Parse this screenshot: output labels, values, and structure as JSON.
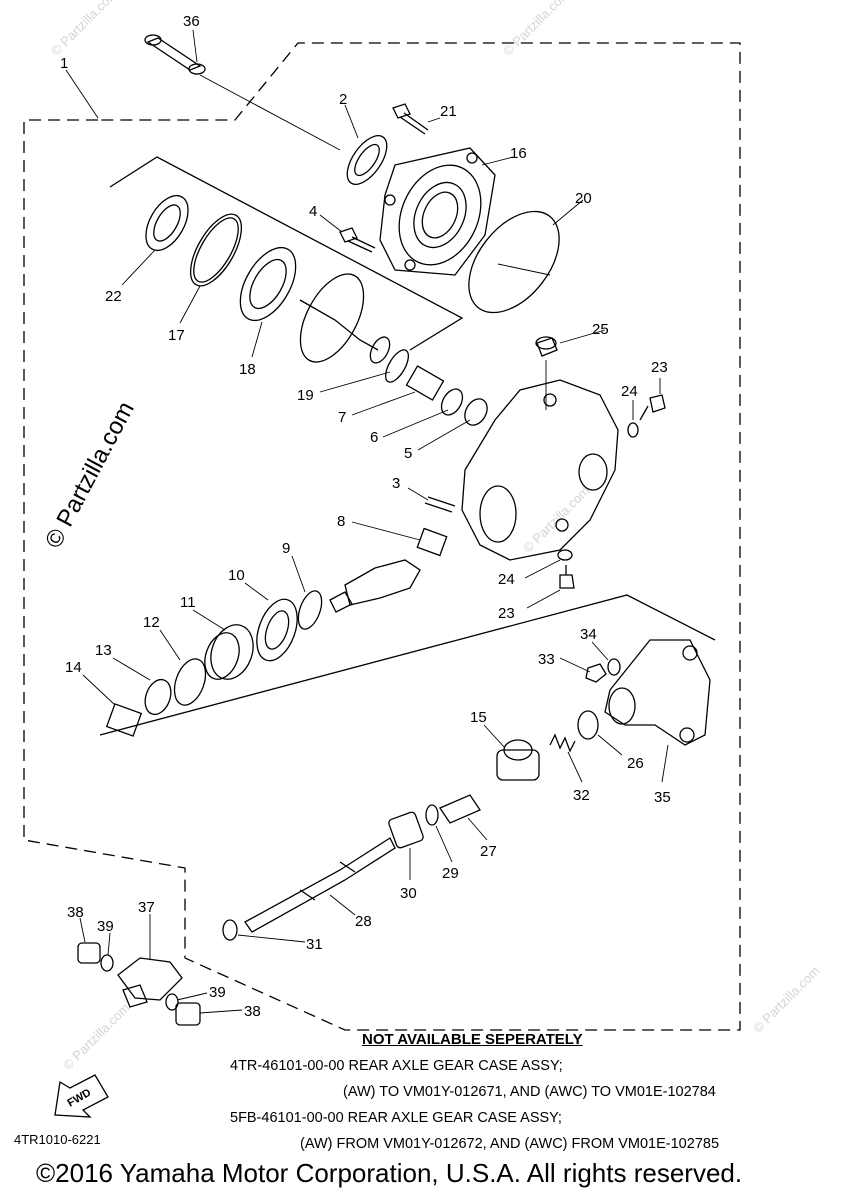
{
  "diagram": {
    "watermark_main": "© Partzilla.com",
    "watermark_small": "© Partzilla.com",
    "fwd_label": "FWD",
    "callouts": [
      {
        "id": "1",
        "label": "1"
      },
      {
        "id": "2",
        "label": "2"
      },
      {
        "id": "3",
        "label": "3"
      },
      {
        "id": "4",
        "label": "4"
      },
      {
        "id": "5",
        "label": "5"
      },
      {
        "id": "6",
        "label": "6"
      },
      {
        "id": "7",
        "label": "7"
      },
      {
        "id": "8",
        "label": "8"
      },
      {
        "id": "9",
        "label": "9"
      },
      {
        "id": "10",
        "label": "10"
      },
      {
        "id": "11",
        "label": "11"
      },
      {
        "id": "12",
        "label": "12"
      },
      {
        "id": "13",
        "label": "13"
      },
      {
        "id": "14",
        "label": "14"
      },
      {
        "id": "15",
        "label": "15"
      },
      {
        "id": "16",
        "label": "16"
      },
      {
        "id": "17",
        "label": "17"
      },
      {
        "id": "18",
        "label": "18"
      },
      {
        "id": "19",
        "label": "19"
      },
      {
        "id": "20",
        "label": "20"
      },
      {
        "id": "21",
        "label": "21"
      },
      {
        "id": "22",
        "label": "22"
      },
      {
        "id": "23a",
        "label": "23"
      },
      {
        "id": "23b",
        "label": "23"
      },
      {
        "id": "24a",
        "label": "24"
      },
      {
        "id": "24b",
        "label": "24"
      },
      {
        "id": "25",
        "label": "25"
      },
      {
        "id": "26",
        "label": "26"
      },
      {
        "id": "27",
        "label": "27"
      },
      {
        "id": "28",
        "label": "28"
      },
      {
        "id": "29",
        "label": "29"
      },
      {
        "id": "30",
        "label": "30"
      },
      {
        "id": "31",
        "label": "31"
      },
      {
        "id": "32",
        "label": "32"
      },
      {
        "id": "33",
        "label": "33"
      },
      {
        "id": "34",
        "label": "34"
      },
      {
        "id": "35",
        "label": "35"
      },
      {
        "id": "36",
        "label": "36"
      },
      {
        "id": "37",
        "label": "37"
      },
      {
        "id": "38a",
        "label": "38"
      },
      {
        "id": "38b",
        "label": "38"
      },
      {
        "id": "39a",
        "label": "39"
      },
      {
        "id": "39b",
        "label": "39"
      }
    ]
  },
  "notes": {
    "heading": "NOT AVAILABLE SEPERATELY",
    "line1": "4TR-46101-00-00 REAR AXLE GEAR CASE ASSY;",
    "line2": "(AW) TO VM01Y-012671, AND (AWC) TO VM01E-102784",
    "line3": "5FB-46101-00-00 REAR AXLE GEAR CASE ASSY;",
    "line4": "(AW) FROM VM01Y-012672, AND (AWC) FROM VM01E-102785"
  },
  "ref_code": "4TR1010-6221",
  "copyright": "©2016 Yamaha Motor Corporation, U.S.A. All rights reserved."
}
